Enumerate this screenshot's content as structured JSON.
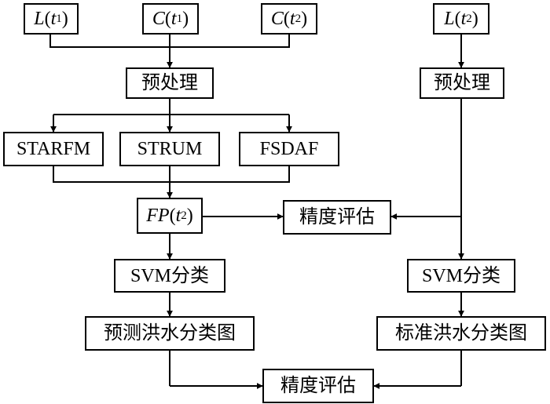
{
  "nodes": {
    "l_t1": {
      "prefix": "L",
      "open": "(",
      "var": "t",
      "sub": "1",
      "close": ")"
    },
    "c_t1": {
      "prefix": "C",
      "open": "(",
      "var": "t",
      "sub": "1",
      "close": ")"
    },
    "c_t2": {
      "prefix": "C",
      "open": "(",
      "var": "t",
      "sub": "2",
      "close": ")"
    },
    "l_t2": {
      "prefix": "L",
      "open": "(",
      "var": "t",
      "sub": "2",
      "close": ")"
    },
    "preprocess_left": "预处理",
    "preprocess_right": "预处理",
    "starfm": "STARFM",
    "strum": "STRUM",
    "fsdaf": "FSDAF",
    "fp_t2": {
      "prefix": "FP",
      "open": "(",
      "var": "t",
      "sub": "2",
      "close": ")"
    },
    "accuracy_top": "精度评估",
    "svm_left": "SVM分类",
    "svm_right": "SVM分类",
    "predicted_flood_map": "预测洪水分类图",
    "standard_flood_map": "标准洪水分类图",
    "accuracy_bottom": "精度评估"
  }
}
